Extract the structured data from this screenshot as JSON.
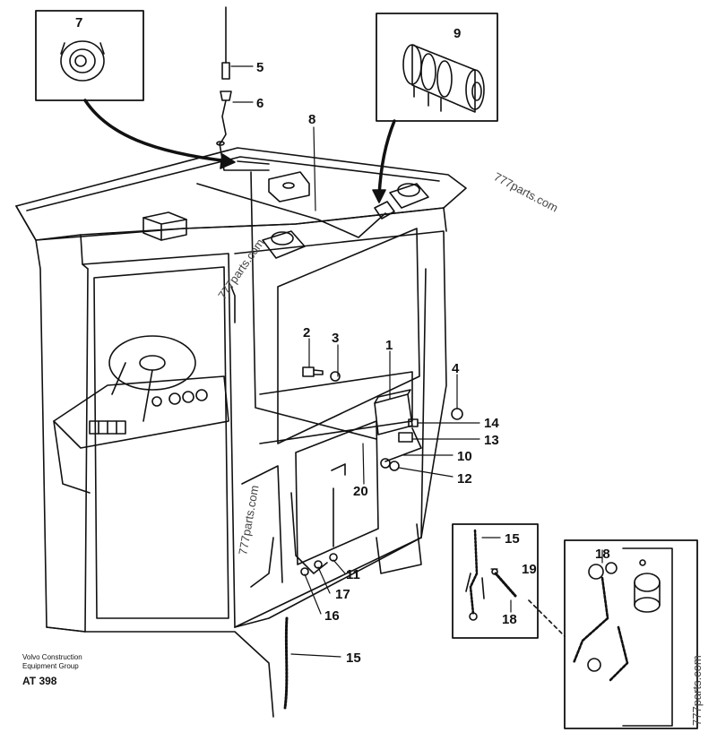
{
  "callouts": {
    "c1": "1",
    "c2": "2",
    "c3": "3",
    "c4": "4",
    "c5": "5",
    "c6": "6",
    "c7": "7",
    "c8": "8",
    "c9": "9",
    "c10": "10",
    "c11": "11",
    "c12": "12",
    "c13": "13",
    "c14": "14",
    "c15a": "15",
    "c15b": "15",
    "c16": "16",
    "c17": "17",
    "c18a": "18",
    "c18b": "18",
    "c19": "19",
    "c20": "20"
  },
  "watermark": "777parts.com",
  "footer": {
    "company_line1": "Volvo Construction",
    "company_line2": "Equipment Group",
    "drawing_code": "AT 398"
  }
}
